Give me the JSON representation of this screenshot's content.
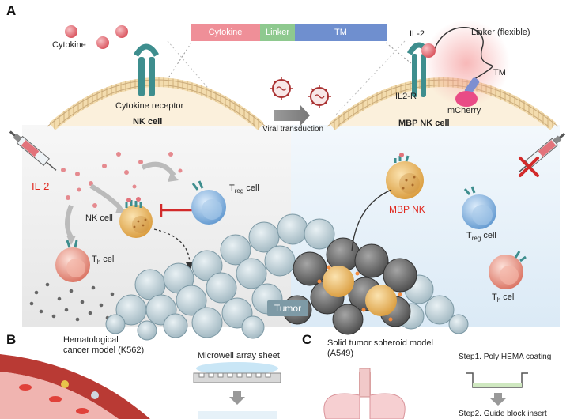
{
  "panels": {
    "a": "A",
    "b": "B",
    "c": "C"
  },
  "construct": {
    "segments": [
      "Cytokine",
      "Linker",
      "TM"
    ],
    "colors": [
      "#ef8f98",
      "#8ec98f",
      "#6f8fcf"
    ]
  },
  "left_cell": {
    "cytokine_label": "Cytokine",
    "receptor_label": "Cytokine receptor",
    "cell_label": "NK cell"
  },
  "transduction_label": "Viral transduction",
  "right_cell": {
    "il2": "IL-2",
    "linker": "Linker (flexible)",
    "tm": "TM",
    "il2r": "IL2-R",
    "mcherry": "mCherry",
    "cell_label": "MBP NK cell"
  },
  "scene": {
    "il2": "IL-2",
    "nk": "NK cell",
    "treg_left": "T",
    "treg_sub": "reg",
    "treg_suffix": " cell",
    "th": "T",
    "th_sub": "h",
    "th_suffix": " cell",
    "mbp_nk": "MBP NK",
    "tumor": "Tumor"
  },
  "panel_b": {
    "model": "Hematological\ncancer model (K562)",
    "model_line1": "Hematological",
    "model_line2": "cancer model (K562)",
    "sheet": "Microwell array sheet"
  },
  "panel_c": {
    "model_line1": "Solid tumor spheroid model",
    "model_line2": "(A549)",
    "step1": "Step1. Poly HEMA coating",
    "step2": "Step2. Guide block insert"
  },
  "colors": {
    "membrane": "#f3dcae",
    "membrane_line": "#c8a97a",
    "receptor": "#3e8e8e",
    "cytokine": "#e2737b",
    "nk_cell": "#e8b158",
    "treg_cell": "#7fb3e0",
    "th_cell": "#ec9080",
    "tumor_cell": "#b9cdd5",
    "dead_cell": "#6b6b6b",
    "inhibit": "#d22a2a"
  }
}
